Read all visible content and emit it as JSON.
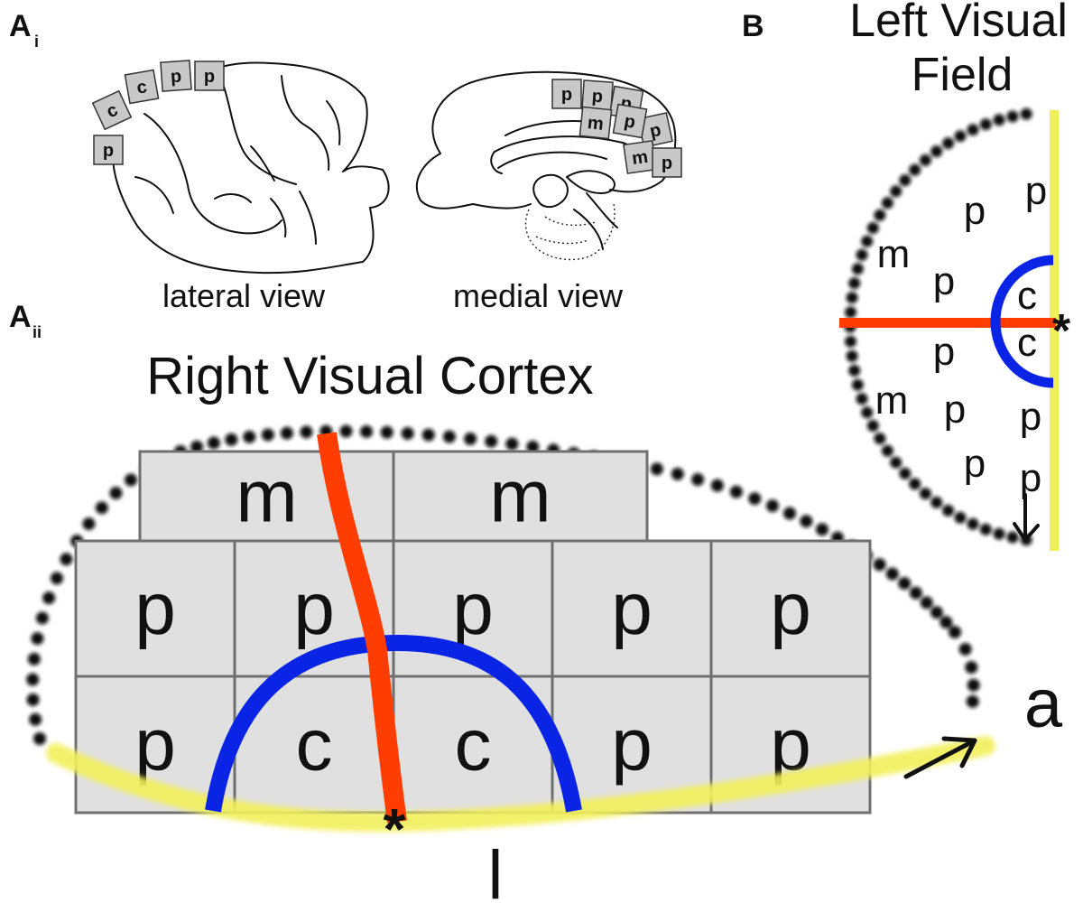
{
  "panels": {
    "a_i": {
      "letter": "A",
      "sub": "i"
    },
    "a_ii": {
      "letter": "A",
      "sub": "ii"
    },
    "b": {
      "letter": "B"
    }
  },
  "brain": {
    "lateral_label": "lateral view",
    "medial_label": "medial view",
    "lateral_boxes": [
      "p",
      "c",
      "c",
      "p",
      "p"
    ],
    "medial_boxes": [
      "p",
      "p",
      "p",
      "p",
      "m",
      "p",
      "m",
      "p"
    ]
  },
  "cortex": {
    "title": "Right Visual Cortex",
    "top_row": [
      "m",
      "m"
    ],
    "middle_row": [
      "p",
      "p",
      "p",
      "p",
      "p"
    ],
    "bottom_row": [
      "p",
      "c",
      "c",
      "p",
      "p"
    ],
    "anterior_label": "a",
    "lateral_label": "l",
    "fovea_marker": "*"
  },
  "field": {
    "title_line1": "Left Visual",
    "title_line2": "Field",
    "labels_upper": [
      "p",
      "p",
      "m",
      "p",
      "c"
    ],
    "labels_lower": [
      "c",
      "p",
      "m",
      "p",
      "p",
      "p",
      "p"
    ],
    "fovea_marker": "*"
  },
  "colors": {
    "cell_fill": "#e0e0e0",
    "cell_stroke": "#707070",
    "meridian_red": "#ff3d00",
    "fovea_blue": "#0a24e6",
    "vertical_yellow": "#f2f05a"
  }
}
